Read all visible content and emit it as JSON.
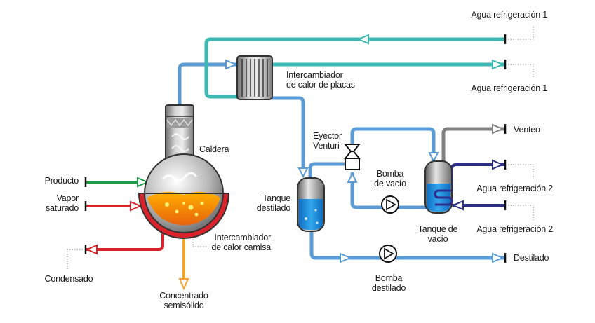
{
  "labels": {
    "agua_ref1_top": "Agua refrigeración 1",
    "agua_ref1_bottom": "Agua refrigeración 1",
    "intercambiador_placas": [
      "Intercambiador",
      "de calor de placas"
    ],
    "caldera": "Caldera",
    "producto": "Producto",
    "vapor_saturado": [
      "Vapor",
      "saturado"
    ],
    "condensado": "Condensado",
    "intercambiador_camisa": [
      "Intercambiador",
      "de calor camisa"
    ],
    "concentrado": [
      "Concentrado",
      "semisólido"
    ],
    "eyector": [
      "Eyector",
      "Venturi"
    ],
    "tanque_destilado": [
      "Tanque",
      "destilado"
    ],
    "bomba_vacio": [
      "Bomba",
      "de vacío"
    ],
    "venteo": "Venteo",
    "agua_ref2_top": "Agua refrigeración 2",
    "agua_ref2_bottom": "Agua refrigeración 2",
    "tanque_vacio": [
      "Tanque de",
      "vacío"
    ],
    "bomba_destilado": [
      "Bomba",
      "destilado"
    ],
    "destilado": "Destilado"
  },
  "colors": {
    "vapor_line": "#5b9bd5",
    "cooling_water_1": "#3bb8b4",
    "cooling_water_2": "#2b2e8c",
    "product": "#1f9a49",
    "steam": "#d8232a",
    "concentrate": "#f2a22d",
    "vent": "#808080",
    "liquid": "#1c8fd6"
  },
  "icons": [
    "plate-heat-exchanger-icon",
    "boiler-icon",
    "venturi-ejector-icon",
    "vacuum-pump-icon",
    "distillate-pump-icon",
    "vacuum-tank-icon",
    "distillate-tank-icon"
  ]
}
